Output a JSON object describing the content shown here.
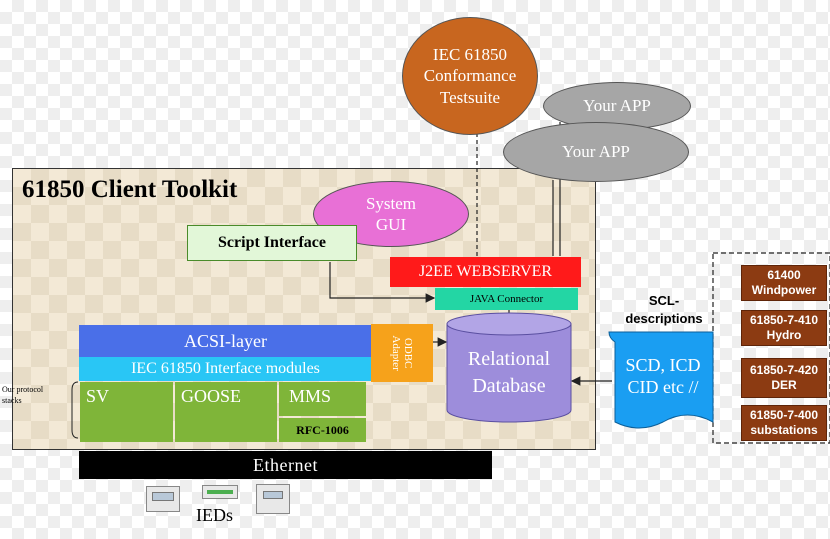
{
  "toolkit": {
    "title": "61850 Client Toolkit"
  },
  "conformance": {
    "label": "IEC 61850\nConformance\nTestsuite"
  },
  "apps": {
    "app_back": "Your APP",
    "app_front": "Your APP"
  },
  "system_gui": {
    "label": "System\nGUI"
  },
  "script_interface": {
    "label": "Script Interface"
  },
  "webserver": {
    "label": "J2EE WEBSERVER"
  },
  "java_connector": {
    "label": "JAVA Connector"
  },
  "acsi": {
    "label": "ACSI-layer"
  },
  "iec_modules": {
    "label": "IEC 61850 Interface modules"
  },
  "odbc": {
    "label": "ODBC\nAdapter"
  },
  "database": {
    "label": "Relational\nDatabase"
  },
  "stacks": {
    "side_label": "Our protocol\nstacks",
    "sv": "SV",
    "goose": "GOOSE",
    "mms": "MMS",
    "rfc": "RFC-1006"
  },
  "ethernet": {
    "label": "Ethernet"
  },
  "ieds": {
    "label": "IEDs"
  },
  "scl": {
    "label": "SCL-\ndescriptions",
    "doc": "SCD, ICD\nCID etc //"
  },
  "standards": [
    {
      "label": "61400\nWindpower"
    },
    {
      "label": "61850-7-410\nHydro"
    },
    {
      "label": "61850-7-420\nDER"
    },
    {
      "label": "61850-7-400\nsubstations"
    }
  ],
  "colors": {
    "orange": "#c8661f",
    "gray_ellipse": "#a6a6a6",
    "pink": "#e870d6",
    "red": "#ff1a1a",
    "teal": "#23d6a4",
    "blue": "#4a6fe8",
    "cyan": "#29c6f5",
    "odbc_orange": "#f6a21b",
    "database_purple": "#9d8ddb",
    "green": "#7fb539",
    "brown": "#8c3b12",
    "scl_blue": "#1a9ef2"
  }
}
